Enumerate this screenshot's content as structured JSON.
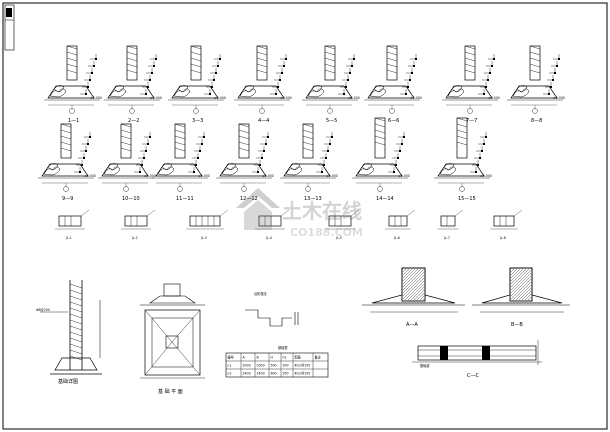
{
  "drawing": {
    "section_labels_row1": [
      "1—1",
      "2—2",
      "3—3",
      "4—4",
      "5—5",
      "6—6",
      "7—7",
      "8—8"
    ],
    "section_labels_row2": [
      "9—9",
      "10—10",
      "11—11",
      "12—12",
      "13—13",
      "14—14",
      "15—15"
    ],
    "beam_labels": [
      "JL-1",
      "JL-2",
      "JL-3",
      "JL-4",
      "JL-5",
      "JL-6",
      "JL-7",
      "JL-8"
    ],
    "detail_labels": {
      "column_elevation": "基础详图",
      "plan_view": "基 础 平 面",
      "step_detail": "台阶做法",
      "table_caption": "基础表",
      "section_a": "A—A",
      "section_b": "B—B",
      "section_c": "C—C"
    },
    "table": {
      "headers": [
        "编号",
        "A",
        "B",
        "H",
        "h1",
        "配筋",
        "备注"
      ],
      "rows": [
        [
          "J-1",
          "2000",
          "2000",
          "500",
          "300",
          "Φ12@150",
          ""
        ],
        [
          "J-2",
          "2400",
          "2400",
          "600",
          "350",
          "Φ12@150",
          ""
        ]
      ]
    },
    "watermark": {
      "main": "土木在线",
      "sub": "CO188.COM"
    }
  }
}
